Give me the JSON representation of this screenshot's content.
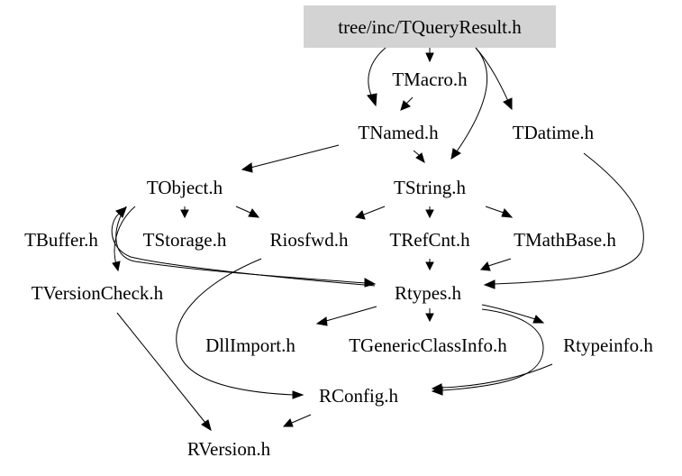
{
  "root_fill": "#d3d3d3",
  "nodes": {
    "root": "tree/inc/TQueryResult.h",
    "tmacro": "TMacro.h",
    "tnamed": "TNamed.h",
    "tdatime": "TDatime.h",
    "tobject": "TObject.h",
    "tstring": "TString.h",
    "tbuffer": "TBuffer.h",
    "tstorage": "TStorage.h",
    "riosfwd": "Riosfwd.h",
    "trefcnt": "TRefCnt.h",
    "tmathbase": "TMathBase.h",
    "tversioncheck": "TVersionCheck.h",
    "rtypes": "Rtypes.h",
    "dllimport": "DllImport.h",
    "tgenericclassinfo": "TGenericClassInfo.h",
    "rtypeinfo": "Rtypeinfo.h",
    "rconfig": "RConfig.h",
    "rversion": "RVersion.h"
  }
}
